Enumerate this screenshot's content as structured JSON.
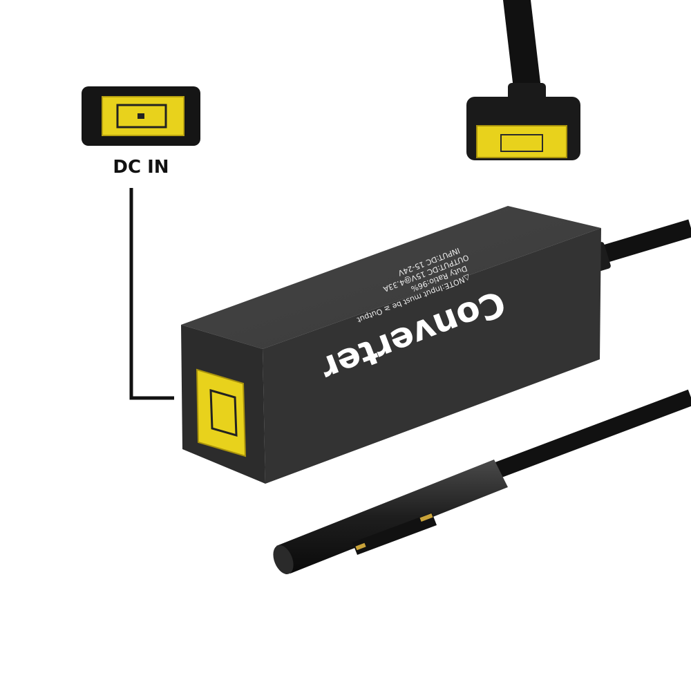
{
  "callout": {
    "label": "DC IN"
  },
  "converter": {
    "title": "Converter",
    "spec_lines": [
      "△NOTE:Input must be ≥ Output",
      "Duty Ratio:96%",
      "OUTPUT:DC 15V@4.33A",
      "INPUT:DC 15-24V"
    ]
  },
  "colors": {
    "body": "#3a3a3a",
    "port": "#e8d21c",
    "cable": "#111111"
  }
}
